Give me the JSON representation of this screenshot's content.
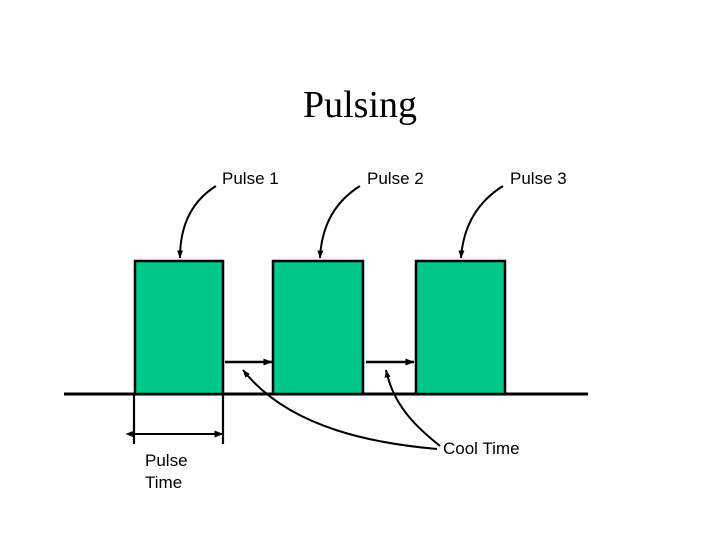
{
  "figure": {
    "title": "Pulsing",
    "type": "timing-diagram",
    "background_color": "#ffffff",
    "line_color": "#000000",
    "pulse_fill_color": "#00c88c"
  },
  "pulse_labels": [
    {
      "text": "Pulse 1"
    },
    {
      "text": "Pulse 2"
    },
    {
      "text": "Pulse 3"
    }
  ],
  "dimensions": {
    "pulse_time_line1": "Pulse",
    "pulse_time_line2": "Time",
    "cool_time": "Cool Time"
  },
  "chart_data": {
    "type": "line",
    "title": "Pulsing",
    "xlabel": "",
    "ylabel": "",
    "grid": false,
    "legend": "none",
    "description": "Square-wave pulsing waveform: three equal-width high pulses separated by equal cool-time gaps, drawn above a horizontal baseline.",
    "series": [
      {
        "name": "Pulse waveform",
        "x": [
          0,
          1,
          1,
          2,
          2,
          3,
          3,
          4,
          4,
          5,
          5,
          6,
          6,
          7
        ],
        "values": [
          0,
          0,
          1,
          1,
          0,
          0,
          1,
          1,
          0,
          0,
          1,
          1,
          0,
          0
        ]
      }
    ],
    "pulses": [
      {
        "label": "Pulse 1",
        "start": 1,
        "end": 2,
        "amplitude": 1
      },
      {
        "label": "Pulse 2",
        "start": 3,
        "end": 4,
        "amplitude": 1
      },
      {
        "label": "Pulse 3",
        "start": 5,
        "end": 6,
        "amplitude": 1
      }
    ],
    "gaps": [
      {
        "label": "Cool Time",
        "start": 2,
        "end": 3
      },
      {
        "label": "Cool Time",
        "start": 4,
        "end": 5
      }
    ],
    "annotations": [
      {
        "text": "Pulse 1",
        "points_to": "pulse-1-top"
      },
      {
        "text": "Pulse 2",
        "points_to": "pulse-2-top"
      },
      {
        "text": "Pulse 3",
        "points_to": "pulse-3-top"
      },
      {
        "text": "Pulse",
        "points_to": "pulse-1-width-dimension"
      },
      {
        "text": "Time",
        "points_to": "pulse-1-width-dimension"
      },
      {
        "text": "Cool Time",
        "points_to": "gap-1-and-gap-2"
      }
    ],
    "xlim": [
      0,
      7
    ],
    "ylim": [
      0,
      1.2
    ]
  }
}
